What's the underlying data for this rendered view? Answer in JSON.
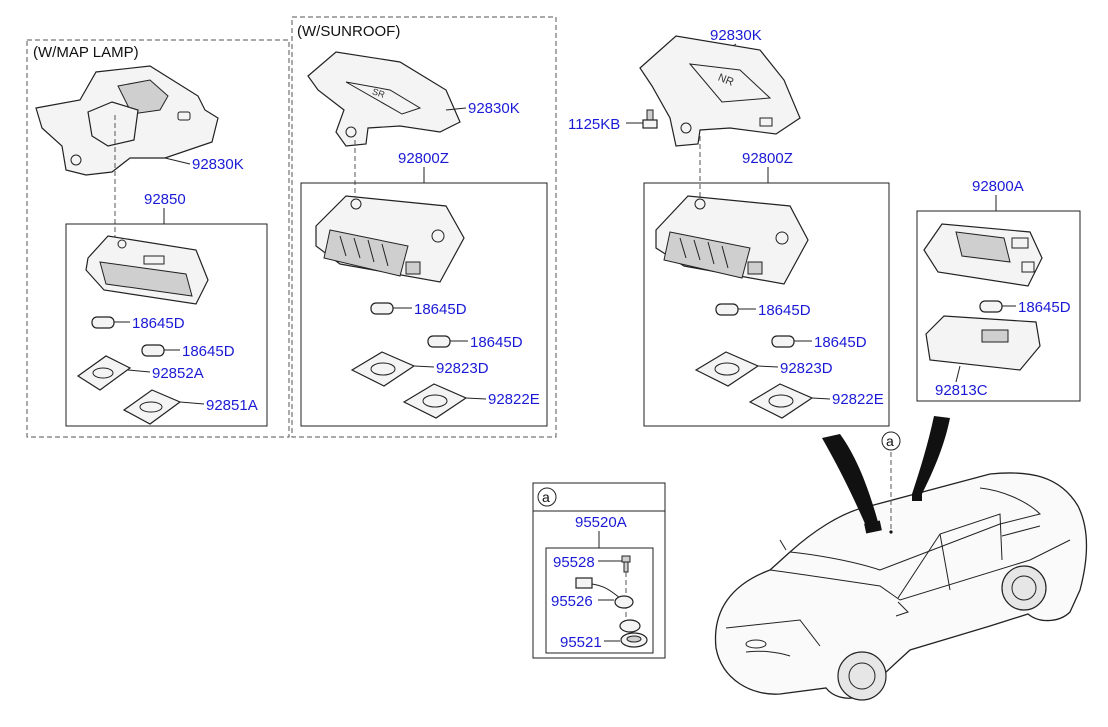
{
  "groups": {
    "map_lamp": "(W/MAP LAMP)",
    "sunroof": "(W/SUNROOF)"
  },
  "parts": {
    "bracket_map": "92830K",
    "lamp_map": "92850",
    "bulb_map_1": "18645D",
    "bulb_map_2": "18645D",
    "lens_map_a": "92852A",
    "lens_map_b": "92851A",
    "bracket_sunroof": "92830K",
    "lamp_sunroof": "92800Z",
    "bulb_sr_1": "18645D",
    "bulb_sr_2": "18645D",
    "lens_sr_d": "92823D",
    "lens_sr_e": "92822E",
    "bracket_std": "92830K",
    "screw_std": "1125KB",
    "lamp_std": "92800Z",
    "bulb_std_1": "18645D",
    "bulb_std_2": "18645D",
    "lens_std_d": "92823D",
    "lens_std_e": "92822E",
    "room_lamp": "92800A",
    "bulb_room": "18645D",
    "lens_room": "92813C"
  },
  "detail": {
    "marker": "a",
    "assembly": "95520A",
    "sensor_screw": "95528",
    "sensor_harness": "95526",
    "sensor_base": "95521"
  },
  "vehicle": {
    "marker": "a"
  },
  "bracket_emboss": {
    "sunroof": "SR",
    "standard": "NR"
  }
}
